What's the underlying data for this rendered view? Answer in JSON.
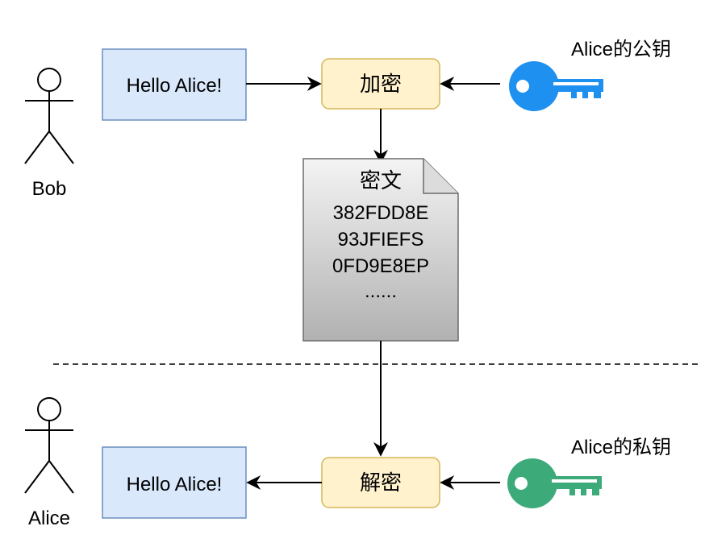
{
  "sender": {
    "name": "Bob"
  },
  "receiver": {
    "name": "Alice"
  },
  "plaintext_top": "Hello Alice!",
  "plaintext_bottom": "Hello Alice!",
  "encrypt_label": "加密",
  "decrypt_label": "解密",
  "ciphertext": {
    "title": "密文",
    "lines": [
      "382FDD8E",
      "93JFIEFS",
      "0FD9E8EP",
      "......"
    ]
  },
  "public_key_label": "Alice的公钥",
  "private_key_label": "Alice的私钥",
  "colors": {
    "public_key": "#1E90F0",
    "private_key": "#3DAA7A",
    "message_fill": "#DAE8FC",
    "message_stroke": "#6C8EBF",
    "process_fill": "#FFF2CC",
    "process_stroke": "#D6B656"
  }
}
